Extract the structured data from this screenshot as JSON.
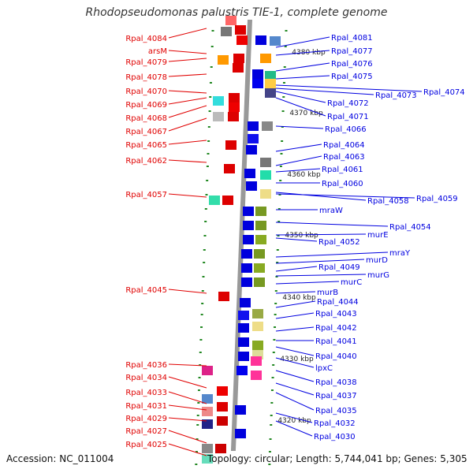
{
  "title": "Rhodopseudomonas palustris TIE-1, complete genome",
  "footer": {
    "accession": "Accession: NC_011004",
    "summary": "Topology: circular; Length: 5,744,041 bp; Genes: 5,305"
  },
  "colors": {
    "left_strand": "#e00000",
    "right_strand": "#0000e0",
    "backbone": "#999999",
    "tick": "#228822"
  },
  "scale_labels": [
    "4380 kbp",
    "4370 kbp",
    "4360 kbp",
    "4350 kbp",
    "4340 kbp",
    "4330 kbp",
    "4320 kbp"
  ],
  "left_genes": [
    "Rpal_4084",
    "arsM",
    "Rpal_4079",
    "Rpal_4078",
    "Rpal_4070",
    "Rpal_4069",
    "Rpal_4068",
    "Rpal_4067",
    "Rpal_4065",
    "Rpal_4062",
    "Rpal_4057",
    "Rpal_4045",
    "Rpal_4036",
    "Rpal_4034",
    "Rpal_4033",
    "Rpal_4031",
    "Rpal_4029",
    "Rpal_4027",
    "Rpal_4025"
  ],
  "right_genes": [
    "Rpal_4081",
    "Rpal_4077",
    "Rpal_4076",
    "Rpal_4075",
    "Rpal_4074",
    "Rpal_4073",
    "Rpal_4072",
    "Rpal_4071",
    "Rpal_4066",
    "Rpal_4064",
    "Rpal_4063",
    "Rpal_4061",
    "Rpal_4060",
    "Rpal_4059",
    "Rpal_4058",
    "mraW",
    "Rpal_4054",
    "murE",
    "Rpal_4052",
    "mraY",
    "murD",
    "Rpal_4049",
    "murG",
    "murC",
    "murB",
    "Rpal_4044",
    "Rpal_4043",
    "Rpal_4042",
    "Rpal_4041",
    "Rpal_4040",
    "lpxC",
    "Rpal_4038",
    "Rpal_4037",
    "Rpal_4035",
    "Rpal_4032",
    "Rpal_4030"
  ]
}
